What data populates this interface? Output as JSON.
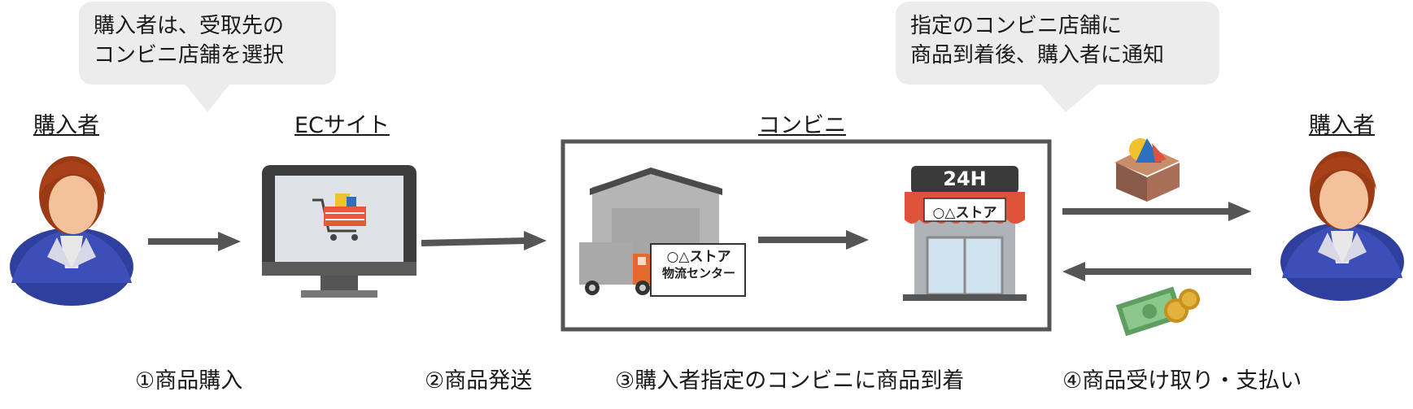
{
  "bubbles": {
    "left": {
      "line1": "購入者は、受取先の",
      "line2": "コンビニ店舗を選択"
    },
    "right": {
      "line1": "指定のコンビニ店舗に",
      "line2": "商品到着後、購入者に通知"
    }
  },
  "labels": {
    "buyer_left": "購入者",
    "ec_site": "ECサイト",
    "convenience": "コンビニ",
    "buyer_right": "購入者"
  },
  "store_signs": {
    "warehouse_line1": "○△ストア",
    "warehouse_line2": "物流センター",
    "shop_hours": "24H",
    "shop_name": "○△ストア"
  },
  "steps": {
    "s1": "①商品購入",
    "s2": "②商品発送",
    "s3": "③購入者指定のコンビニに商品到着",
    "s4": "④商品受け取り・支払い"
  },
  "colors": {
    "bubble": "#ececec",
    "arrow": "#555555",
    "frame": "#555555",
    "awning": "#e0533a",
    "truck_cab": "#e46a2e"
  }
}
